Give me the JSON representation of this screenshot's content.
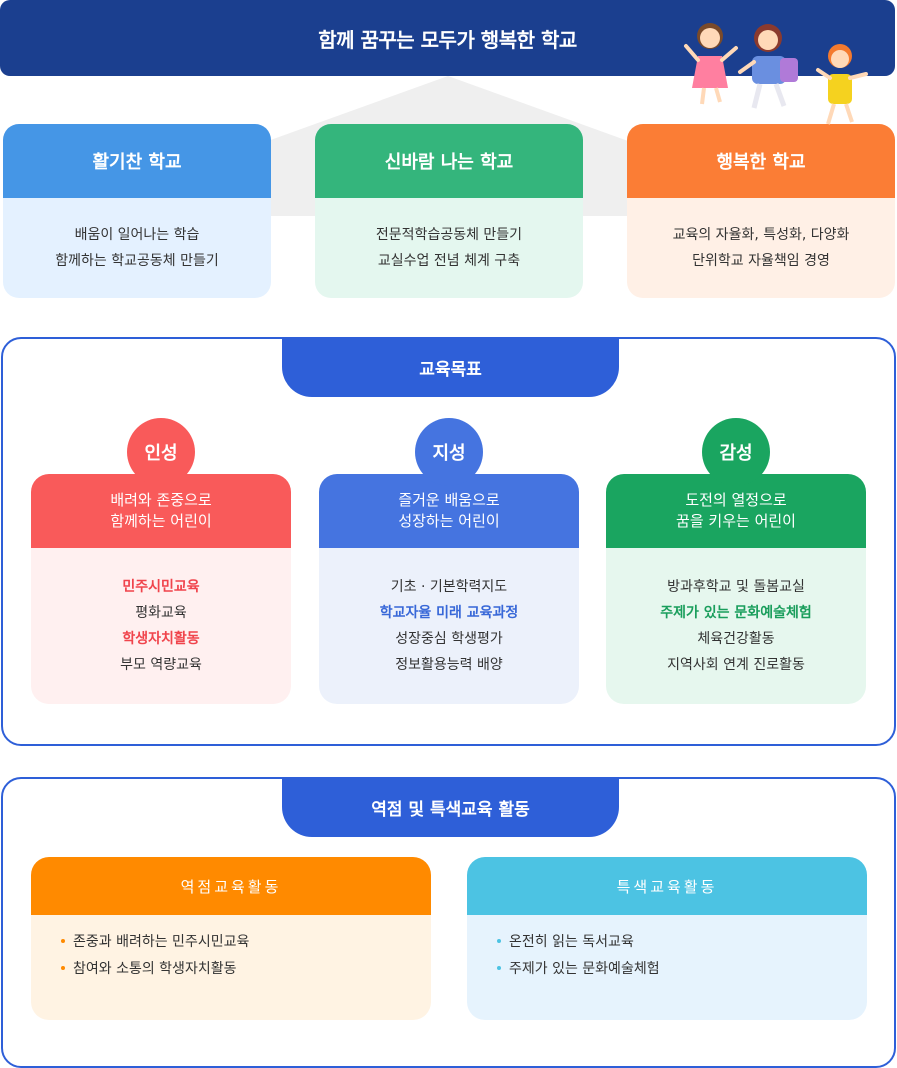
{
  "vision": {
    "title": "함께 꿈꾸는 모두가 행복한 학교",
    "cards": [
      {
        "title": "활기찬 학교",
        "lines": [
          "배움이 일어나는 학습",
          "함께하는 학교공동체 만들기"
        ]
      },
      {
        "title": "신바람 나는 학교",
        "lines": [
          "전문적학습공동체 만들기",
          "교실수업 전념 체계 구축"
        ]
      },
      {
        "title": "행복한 학교",
        "lines": [
          "교육의 자율화, 특성화, 다양화",
          "단위학교 자율책임 경영"
        ]
      }
    ]
  },
  "goals": {
    "title": "교육목표",
    "items": [
      {
        "badge": "인성",
        "head": [
          "배려와 존중으로",
          "함께하는 어린이"
        ],
        "lines": [
          "민주시민교육",
          "평화교육",
          "학생자치활동",
          "부모 역량교육"
        ]
      },
      {
        "badge": "지성",
        "head": [
          "즐거운 배움으로",
          "성장하는 어린이"
        ],
        "lines": [
          "기초 · 기본학력지도",
          "학교자율 미래 교육과정",
          "성장중심 학생평가",
          "정보활용능력 배양"
        ]
      },
      {
        "badge": "감성",
        "head": [
          "도전의 열정으로",
          "꿈을 키우는 어린이"
        ],
        "lines": [
          "방과후학교 및 돌봄교실",
          "주제가 있는 문화예술체험",
          "체육건강활동",
          "지역사회 연계 진로활동"
        ]
      }
    ]
  },
  "activities": {
    "title": "역점 및 특색교육 활동",
    "items": [
      {
        "title": "역점교육활동",
        "bullets": [
          "존중과 배려하는 민주시민교육",
          "참여와 소통의 학생자치활동"
        ]
      },
      {
        "title": "특색교육활동",
        "bullets": [
          "온전히 읽는 독서교육",
          "주제가 있는 문화예술체험"
        ]
      }
    ]
  },
  "colors": {
    "banner": "#1b3f8f",
    "section_border": "#2e5fd8",
    "vision_cards": [
      "#4596e6",
      "#34b57c",
      "#fb7d35"
    ],
    "goal_cards": [
      "#f95a5a",
      "#4574e0",
      "#1aa560"
    ],
    "activity_cards": [
      "#ff8a00",
      "#4cc3e3"
    ]
  }
}
